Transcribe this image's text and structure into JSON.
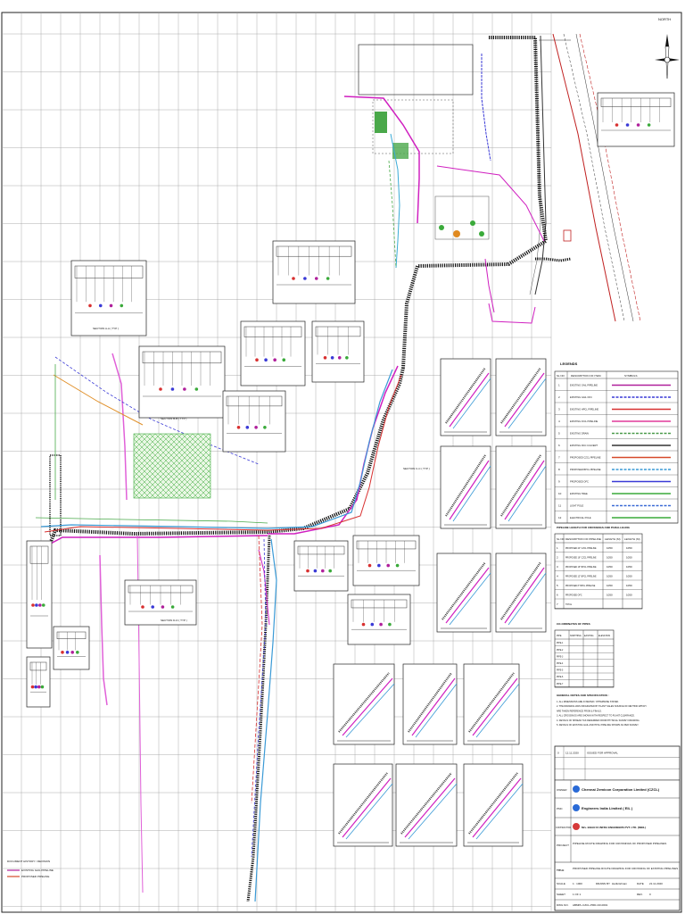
{
  "north_label": "NORTH",
  "section_labels": {
    "a": "SECTION A-A ( TYP )",
    "b": "SECTION B-B ( TYP )",
    "c": "SECTION C-C ( TYP )",
    "d": "SECTION D-D ( TYP )"
  },
  "legends": {
    "title": "LEGENDS",
    "headers": [
      "SL NO",
      "DESCRIPTION OF ITEM",
      "SYMBOLS"
    ],
    "rows": [
      {
        "no": "1",
        "item": "EXISTING GAIL PIPELINE",
        "color": "#b0209b"
      },
      {
        "no": "2",
        "item": "EXISTING GAIL OFC",
        "color": "#3a3ad6"
      },
      {
        "no": "3",
        "item": "EXISTING HPCL PIPELINE",
        "color": "#d83030"
      },
      {
        "no": "4",
        "item": "EXISTING IOCL PIPELINE",
        "color": "#e03a9a"
      },
      {
        "no": "5",
        "item": "EXISTING DRAIN",
        "color": "#4a9a4a"
      },
      {
        "no": "6",
        "item": "EXISTING RCC CULVERT",
        "color": "#333333"
      },
      {
        "no": "7",
        "item": "PROPOSED CZCL PIPELINE",
        "color": "#d64a2a"
      },
      {
        "no": "8",
        "item": "PROPOSED BPCL PIPELINE",
        "color": "#3a9ad6"
      },
      {
        "no": "9",
        "item": "PROPOSED OFC",
        "color": "#3a3ad6"
      },
      {
        "no": "10",
        "item": "EXISTING TREE",
        "color": "#3aaa3a"
      },
      {
        "no": "11",
        "item": "LIGHT POLE",
        "color": "#3a6ad6"
      },
      {
        "no": "12",
        "item": "ELECTRICAL POLE",
        "color": "#3aaa3a"
      }
    ]
  },
  "pipeline_table": {
    "title": "PIPELINE LENGTH FOR CROSSINGS AND PARALLELING",
    "headers": [
      "SL NO",
      "DESCRIPTION OF PIPELINE",
      "LENGTH (M)",
      "LENGTH (M)"
    ],
    "rows": [
      {
        "no": "1",
        "desc": "PROPOSED 24\" CZCL PIPELINE",
        "a": "1050",
        "b": "1050"
      },
      {
        "no": "2",
        "desc": "PROPOSED 16\" CZCL PIPELINE",
        "a": "1050",
        "b": "1050"
      },
      {
        "no": "3",
        "desc": "PROPOSED 16\" BPCL PIPELINE",
        "a": "1050",
        "b": "1050"
      },
      {
        "no": "4",
        "desc": "PROPOSED 12\" BPCL PIPELINE",
        "a": "1050",
        "b": "1050"
      },
      {
        "no": "5",
        "desc": "PROPOSED 8\" BPCL PIPELINE",
        "a": "1050",
        "b": "1050"
      },
      {
        "no": "6",
        "desc": "PROPOSED OFC",
        "a": "1050",
        "b": "1050"
      },
      {
        "no": "7",
        "desc": "TOTAL",
        "a": "",
        "b": ""
      }
    ]
  },
  "coords": {
    "title": "CO-ORDINATES OF PIPES",
    "headers": [
      "PIPE",
      "NORTHING",
      "EASTING",
      "ELEVATION"
    ],
    "rows": [
      {
        "a": "PIPE-1",
        "b": "",
        "c": "",
        "d": ""
      },
      {
        "a": "PIPE-2",
        "b": "",
        "c": "",
        "d": ""
      },
      {
        "a": "PIPE-3",
        "b": "",
        "c": "",
        "d": ""
      },
      {
        "a": "PIPE-4",
        "b": "",
        "c": "",
        "d": ""
      },
      {
        "a": "PIPE-5",
        "b": "",
        "c": "",
        "d": ""
      },
      {
        "a": "PIPE-6",
        "b": "",
        "c": "",
        "d": ""
      },
      {
        "a": "PIPE-7",
        "b": "",
        "c": "",
        "d": ""
      }
    ]
  },
  "notes": {
    "title": "GENERAL NOTES AND SPECIFICATION :",
    "items": [
      "1. ALL DIMENSIONS ARE IN METER / OTHERWISE STATED.",
      "2. THE DRAWING WAS ORIGINATED BY PLANT SALES SOURCE OF METHOD WHICH",
      "   ARE TAKEN REFERENCE FROM & FINALS.",
      "3. ALL CROSSINGS ARE SHOWN WITH RESPECT TO PLANT CLEARANCE.",
      "4. DETAILS OF SPREAD TAK REFERRED FROM PHYSICAL SURVEY DRAWING.",
      "5. DETAILS OF EXISTING GAIL AND HPCL PIPELINE SHOWN AS PER SURVEY."
    ]
  },
  "title_block": {
    "rev_rows": [
      {
        "rev": "0",
        "date": "12.11.2020",
        "desc": "ISSUED FOR APPROVAL"
      },
      {
        "rev": "",
        "date": "",
        "desc": ""
      },
      {
        "rev": "",
        "date": "",
        "desc": ""
      }
    ],
    "owner_label": "OWNER",
    "owner": "Chennai Zemicon Corporation Limited (CZCL)",
    "pmc_label": "PMC",
    "pmc": "Engineers India Limited ( EIL )",
    "contractor_label": "CONTRACTOR",
    "contractor": "M/s. BHAGYA INFRA ENGINEERS PVT. LTD. (MEIL)",
    "project_label": "PROJECT",
    "project": "PIPELINE ROUTE DRAWING FOR CROSSINGS OF PROPOSED PIPELINES",
    "title_label": "TITLE",
    "title": "PROPOSED PIPELINE ROUTE DRAWING FOR CROSSING OF EXISTING PIPELINES",
    "scale_label": "SCALE",
    "scale": "1 : 1000",
    "drawn_label": "DRAWN BY",
    "drawn": "Harikrishnan",
    "date_label": "DATE",
    "date": "21.11.2020",
    "sheet_label": "SHEET",
    "sheet": "1 OF 1",
    "rev_label": "REV.",
    "rev": "0",
    "dwg_label": "DWG NO.",
    "dwg": "ABMPL-CZCL-PRD-CR-0001"
  },
  "bottom_left_notes": [
    "DOCUMENT HISTORY / REVISION",
    "EXISTING GAIL PIPELINE",
    "PROPOSED PIPELINE"
  ]
}
